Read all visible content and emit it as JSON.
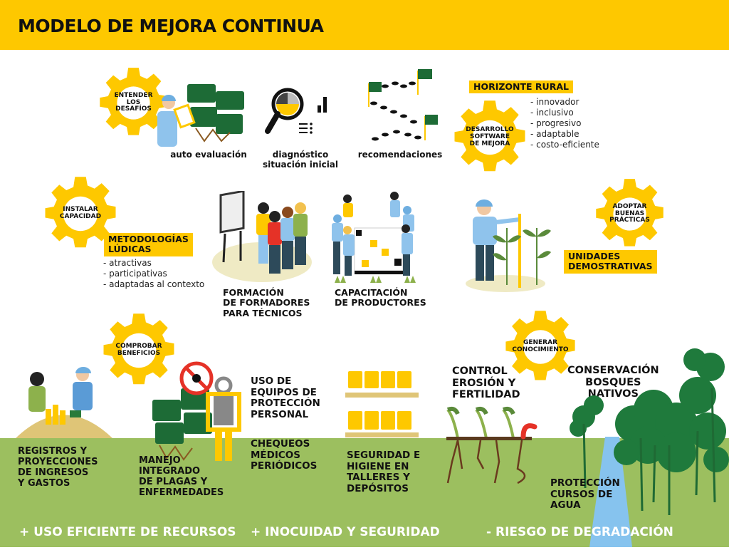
{
  "header": {
    "title": "MODELO DE MEJORA CONTINUA"
  },
  "colors": {
    "accent_yellow": "#fec800",
    "ground_green": "#9cbf5f",
    "forest_green": "#1f7a3c",
    "water_blue": "#86c3ee",
    "text": "#111111",
    "footer_text": "#ffffff"
  },
  "gears": [
    {
      "step": 1,
      "label": "ENTENDER\nLOS\nDESAFÍOS"
    },
    {
      "step": 2,
      "label": "DESARROLLO\nSOFTWARE\nDE MEJORA"
    },
    {
      "step": 3,
      "label": "INSTALAR\nCAPACIDAD"
    },
    {
      "step": 4,
      "label": "ADOPTAR\nBUENAS\nPRÁCTICAS"
    },
    {
      "step": 5,
      "label": "COMPROBAR\nBENEFICIOS"
    },
    {
      "step": 6,
      "label": "GENERAR\nCONOCIMIENTO"
    }
  ],
  "step1": {
    "items": [
      {
        "icon": "clipboard-person-icon",
        "label": "auto evaluación"
      },
      {
        "icon": "magnifier-chart-icon",
        "label": "diagnóstico\nsituación inicial"
      },
      {
        "icon": "footsteps-flags-icon",
        "label": "recomendaciones"
      }
    ]
  },
  "step2": {
    "tag": "HORIZONTE RURAL",
    "bullets": [
      "innovador",
      "inclusivo",
      "progresivo",
      "adaptable",
      "costo-eficiente"
    ]
  },
  "step3": {
    "tag": "METODOLOGÍAS\nLÚDICAS",
    "bullets": [
      "atractivas",
      "participativas",
      "adaptadas al contexto"
    ],
    "items": [
      {
        "icon": "trainer-board-icon",
        "label": "FORMACIÓN\nDE FORMADORES\nPARA TÉCNICOS"
      },
      {
        "icon": "group-game-icon",
        "label": "CAPACITACIÓN\nDE PRODUCTORES"
      }
    ]
  },
  "step4": {
    "tag": "UNIDADES\nDEMOSTRATIVAS"
  },
  "step5": {
    "items": [
      {
        "icon": "coins-people-icon",
        "label": "REGISTROS Y\nPROYECCIONES\nDE INGRESOS\nY GASTOS"
      },
      {
        "icon": "no-pest-icon",
        "label": "MANEJO\nINTEGRADO\nDE PLAGAS Y\nENFERMEDADES"
      },
      {
        "icon": "protective-suit-icon",
        "label": "USO DE\nEQUIPOS DE\nPROTECCIÓN\nPERSONAL"
      },
      {
        "icon": "medical-check-icon",
        "label": "CHEQUEOS\nMÉDICOS\nPERIÓDICOS"
      },
      {
        "icon": "jerrycan-shelf-icon",
        "label": "SEGURIDAD E\nHIGIENE EN\nTALLERES Y\nDEPÓSITOS"
      }
    ]
  },
  "step6": {
    "items": [
      {
        "icon": "roots-worm-icon",
        "label": "CONTROL\nEROSIÓN Y\nFERTILIDAD"
      },
      {
        "icon": "forest-icon",
        "label": "CONSERVACIÓN\nBOSQUES\nNATIVOS"
      },
      {
        "icon": "river-icon",
        "label": "PROTECCIÓN\nCURSOS DE\nAGUA"
      }
    ]
  },
  "footer": [
    "+ USO EFICIENTE DE RECURSOS",
    "+ INOCUIDAD Y SEGURIDAD",
    "- RIESGO DE DEGRADACIÓN"
  ]
}
